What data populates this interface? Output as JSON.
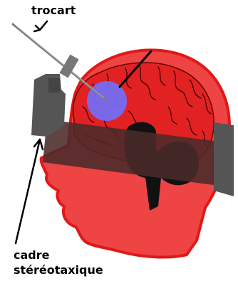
{
  "labels": {
    "trocart": "trocart",
    "cadre_line1": "cadre",
    "cadre_line2": "stéréotaxique"
  },
  "colors": {
    "background": "#ffffff",
    "head_fill": "#ee4444",
    "head_outline": "#e01818",
    "brain_fill": "#e22222",
    "brain_outline": "#6a0000",
    "gyri": "#4a0000",
    "brainstem": "#111111",
    "frame_band": "#4a2a2a",
    "frame_plate": "#555555",
    "trocar": "#7a7a7a",
    "target": "#7070ff",
    "arrows": "#000000"
  }
}
